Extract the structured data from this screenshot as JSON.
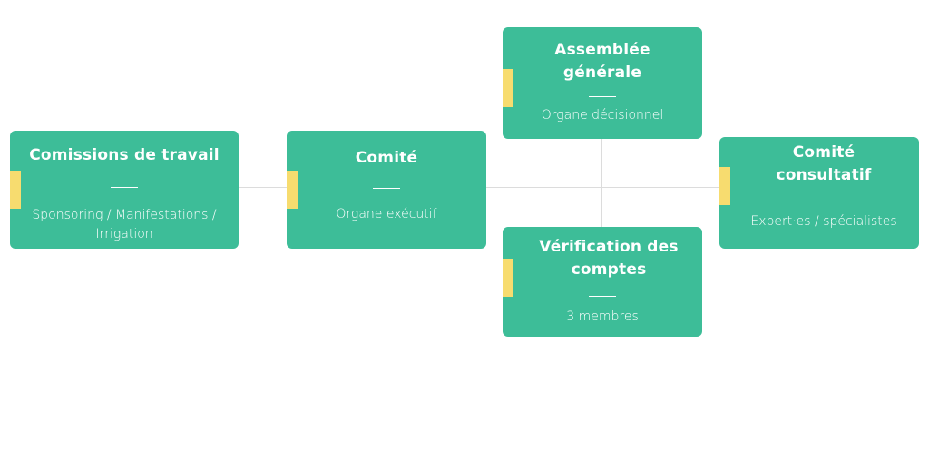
{
  "colors": {
    "card": "#3dbd98",
    "tab": "#f7dc6f",
    "connector": "#dcdcdc",
    "text": "#ffffff"
  },
  "nodes": {
    "commissions": {
      "title": "Comissions de travail",
      "subtitle": "Sponsoring / Manifestations / Irrigation"
    },
    "comite": {
      "title": "Comité",
      "subtitle": "Organe exécutif"
    },
    "assemblee": {
      "title": "Assemblée générale",
      "subtitle": "Organe décisionnel"
    },
    "verification": {
      "title": "Vérification des comptes",
      "subtitle": "3 membres"
    },
    "consultatif": {
      "title": "Comité consultatif",
      "subtitle": "Expert·es / spécialistes"
    }
  }
}
